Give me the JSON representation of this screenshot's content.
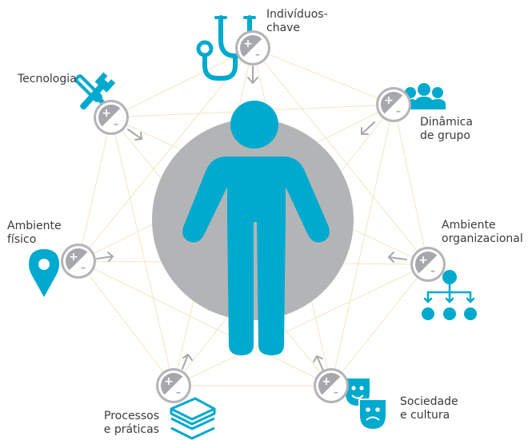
{
  "colors": {
    "accent": "#00a9ce",
    "hub": "#b3b4b6",
    "connector": "#f3e6c0",
    "badge_ring": "#b3b4b6",
    "badge_dark": "#a6a8ab",
    "arrow": "#a6a8ab",
    "text": "#3a3a3a"
  },
  "center": {
    "icon": "person-icon"
  },
  "factors": [
    {
      "id": "individuos",
      "line1": "Indivíduos-",
      "line2": "chave",
      "icon": "stethoscope-icon"
    },
    {
      "id": "dinamica",
      "line1": "Dinâmica",
      "line2": "de grupo",
      "icon": "group-icon"
    },
    {
      "id": "organizacional",
      "line1": "Ambiente",
      "line2": "organizacional",
      "icon": "org-chart-icon"
    },
    {
      "id": "sociedade",
      "line1": "Sociedade",
      "line2": "e cultura",
      "icon": "theater-masks-icon"
    },
    {
      "id": "processos",
      "line1": "Processos",
      "line2": "e práticas",
      "icon": "layers-icon"
    },
    {
      "id": "fisico",
      "line1": "Ambiente",
      "line2": "físico",
      "icon": "map-pin-icon"
    },
    {
      "id": "tecnologia",
      "line1": "Tecnologia",
      "line2": "",
      "icon": "tools-icon"
    }
  ],
  "badge": {
    "plus": "+",
    "minus": "–"
  }
}
